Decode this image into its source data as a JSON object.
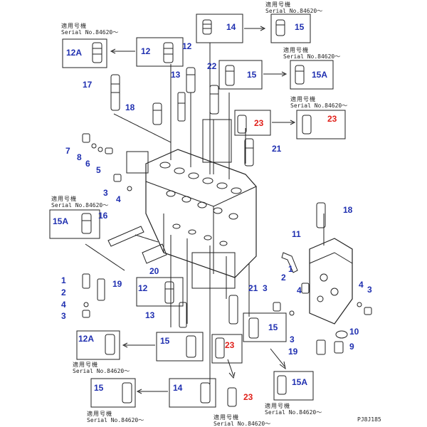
{
  "diagram": {
    "serial_jp": "適用号機",
    "serial_en": "Serial No.84620～",
    "drawing_code": "PJ8J185",
    "colors": {
      "callout_blue": "#1f2fb0",
      "callout_red": "#e0201a",
      "line": "#222222"
    },
    "callouts": {
      "c14a": "14",
      "c15a": "15",
      "c12a": "12A",
      "c12a_2": "12",
      "c12b": "12",
      "c13a": "13",
      "c22": "22",
      "c15b": "15",
      "c15ab": "15A",
      "c17": "17",
      "c18a": "18",
      "c23a": "23",
      "c23b": "23",
      "c21": "21",
      "c7": "7",
      "c8": "8",
      "c6": "6",
      "c5": "5",
      "c3a": "3",
      "c4a": "4",
      "c15ac": "15A",
      "c16": "16",
      "c18b": "18",
      "c11": "11",
      "c20": "20",
      "c1a": "1",
      "c2a": "2",
      "c4b": "4",
      "c3b": "3",
      "c19a": "19",
      "c12c": "12",
      "c13b": "13",
      "c21b": "21",
      "c3c": "3",
      "c2b": "2",
      "c1b": "1",
      "c4c": "4",
      "c4d": "4",
      "c3d": "3",
      "c15c": "15",
      "c23c": "23",
      "c3e": "3",
      "c10": "10",
      "c9": "9",
      "c19b": "19",
      "c12ad": "12A",
      "c15d": "15",
      "c15ae": "15A",
      "c15e": "15",
      "c14b": "14",
      "c23d": "23"
    }
  }
}
